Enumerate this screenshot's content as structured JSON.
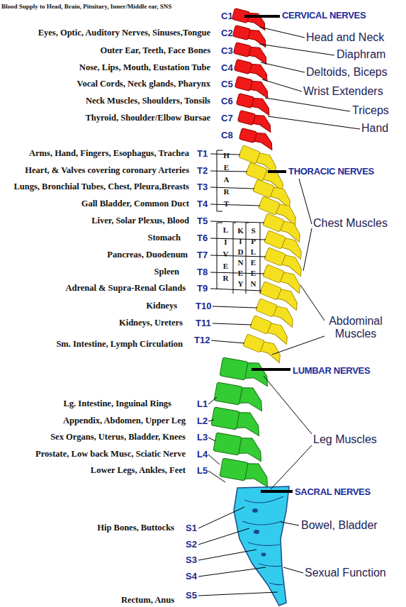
{
  "diagram": {
    "labels": [
      "Blood Supply to Head, Brain, Pituitary, Inner/Middle ear, SNS",
      "C1",
      "CERVICAL NERVES",
      "Eyes, Optic, Auditory Nerves, Sinuses,Tongue",
      "C2",
      "Head and Neck",
      "Outer Ear, Teeth, Face Bones",
      "C3",
      "Diaphram",
      "Nose, Lips, Mouth, Eustation Tube",
      "C4",
      "Deltoids, Biceps",
      "Vocal Cords, Neck glands, Pharynx",
      "C5",
      "Wrist Extenders",
      "Neck Muscles, Shoulders, Tonsils",
      "C6",
      "Thyroid, Shoulder/Elbow Bursae",
      "C7",
      "Triceps",
      "C8",
      "Hand",
      "Arms, Hand, Fingers, Esophagus, Trachea",
      "T1",
      "HEART",
      "Heart, & Valves covering coronary Arteries",
      "T2",
      "THORACIC NERVES",
      "Lungs, Bronchial Tubes, Chest, Pleura,Breasts",
      "T3",
      "Gall Bladder, Common Duct",
      "T4",
      "Liver, Solar Plexus, Blood",
      "T5",
      "LIVER",
      "KIDNEY",
      "SPLEEN",
      "Chest Muscles",
      "Stomach",
      "T6",
      "Pancreas, Duodenum",
      "T7",
      "Spleen",
      "T8",
      "Adrenal & Supra-Renal Glands",
      "T9",
      "Kidneys",
      "T10",
      "Kidneys, Ureters",
      "T11",
      "Abdominal Muscles",
      "Sm. Intestine, Lymph Circulation",
      "T12",
      "LUMBAR NERVES",
      "Lg. Intestine, Inguinal Rings",
      "L1",
      "Appendix, Abdomen, Upper Leg",
      "L2",
      "Sex Organs, Uterus, Bladder, Knees",
      "L3",
      "Leg Muscles",
      "Prostate, Low back Musc, Sciatic Nerve",
      "L4",
      "Lower Legs, Ankles, Feet",
      "L5",
      "SACRAL NERVES",
      "Hip Bones, Buttocks",
      "S1",
      "Bowel, Bladder",
      "S2",
      "S3",
      "Sexual Function",
      "S4",
      "Rectum, Anus",
      "S5"
    ]
  }
}
